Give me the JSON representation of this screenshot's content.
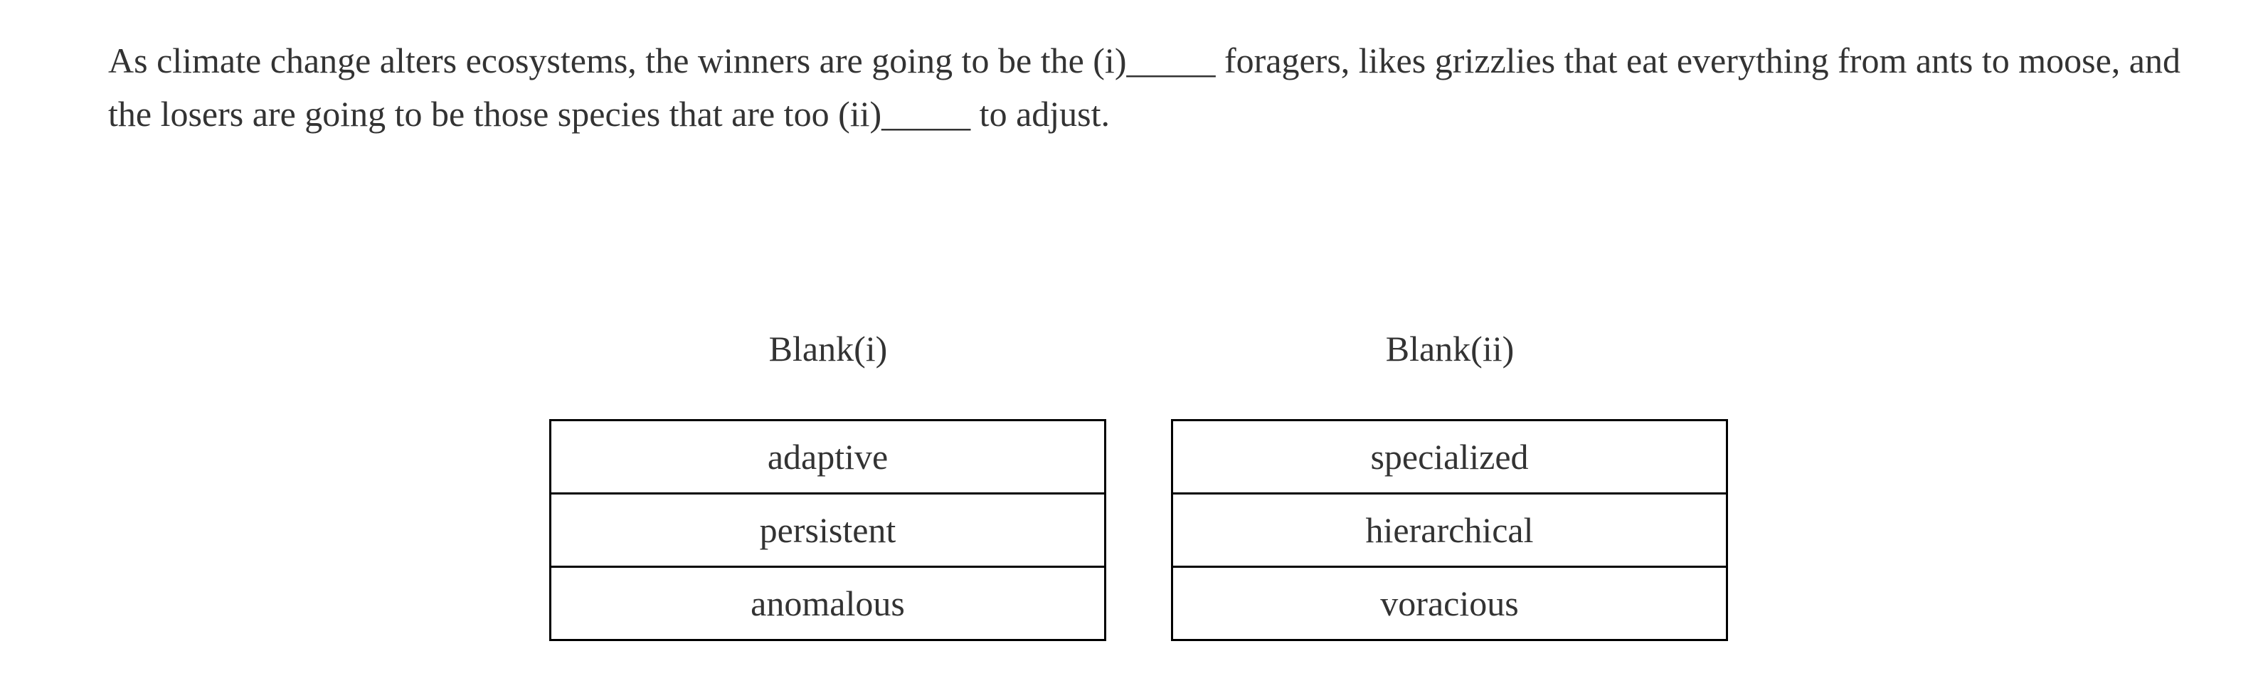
{
  "question": {
    "part1": "As climate change alters ecosystems, the winners are going to be the ",
    "blank1": "(i)_____",
    "part2": " foragers, likes grizzlies that eat everything from ants to moose, and the losers are going to be those species that are too ",
    "blank2": "(ii)_____",
    "part3": " to adjust."
  },
  "blanks": [
    {
      "header": "Blank(i)",
      "options": [
        "adaptive",
        "persistent",
        "anomalous"
      ]
    },
    {
      "header": "Blank(ii)",
      "options": [
        "specialized",
        "hierarchical",
        "voracious"
      ]
    }
  ]
}
